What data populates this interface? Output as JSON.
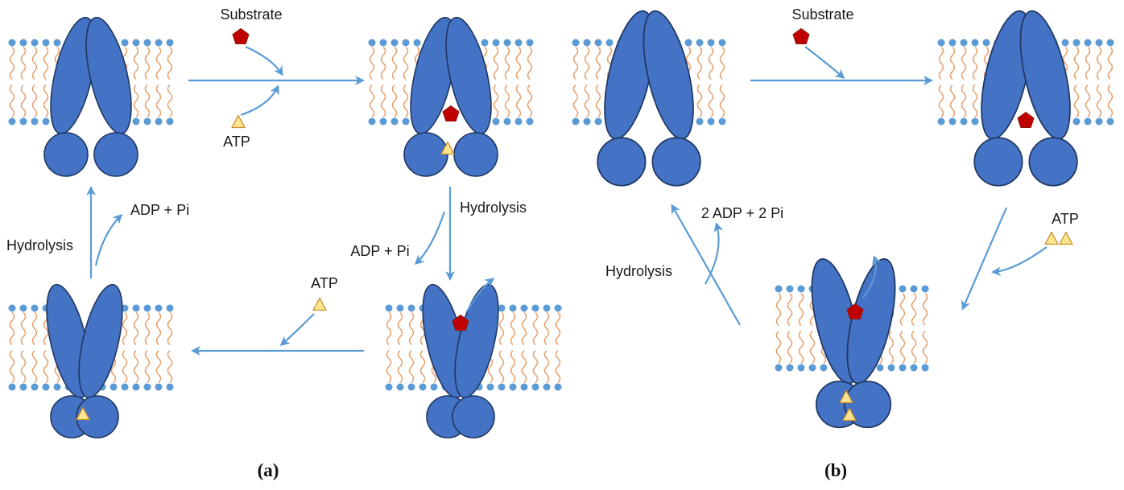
{
  "diagram_title": "ABC transporter transport cycle diagram",
  "colors": {
    "transporter_fill": "#4472C4",
    "transporter_stroke": "#1F3864",
    "lipid_head": "#5B9BD5",
    "lipid_tail": "#E8A06B",
    "arrow": "#5B9BD5",
    "substrate_fill": "#C00000",
    "substrate_stroke": "#8B1A10",
    "atp_fill": "#FFE48F",
    "atp_stroke": "#C98F2D",
    "text": "#1a1a1a"
  },
  "icons": {
    "substrate": "red pentagon",
    "atp": "yellow triangle"
  },
  "panel_a": {
    "label": "(a)",
    "substrate_label": "Substrate",
    "atp_bind_label": "ATP",
    "hydrolysis_right_label": "Hydrolysis",
    "adp_pi_right_label": "ADP + Pi",
    "atp_reset_label": "ATP",
    "hydrolysis_left_label": "Hydrolysis",
    "adp_pi_left_label": "ADP + Pi"
  },
  "panel_b": {
    "label": "(b)",
    "substrate_label": "Substrate",
    "atp_label": "ATP",
    "hydrolysis_label": "Hydrolysis",
    "adp_pi_label": "2 ADP + 2 Pi"
  }
}
